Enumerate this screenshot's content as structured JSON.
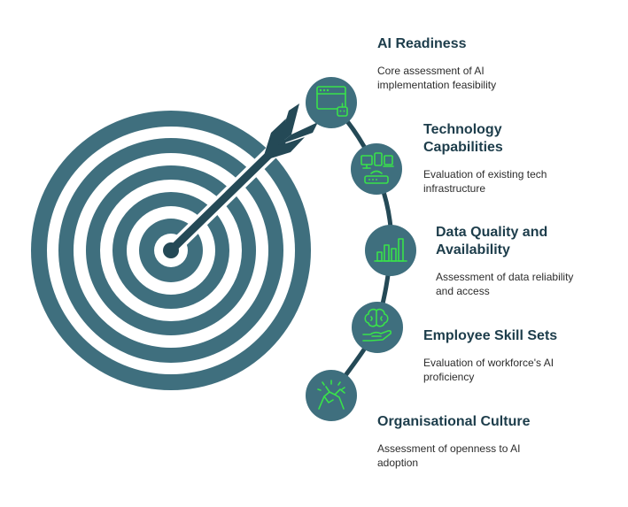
{
  "colors": {
    "primary": "#3f6f7e",
    "arrow": "#244956",
    "icon_accent": "#39e24a",
    "title": "#1d3d4b",
    "body_text": "#2c2c2c"
  },
  "items": [
    {
      "title": "AI Readiness",
      "description": "Core assessment of AI implementation feasibility",
      "icon": "browser-window-robot-icon"
    },
    {
      "title": "Technology Capabilities",
      "description": "Evaluation of existing tech infrastructure",
      "icon": "devices-router-icon"
    },
    {
      "title": "Data Quality and Availability",
      "description": "Assessment of data reliability and access",
      "icon": "bar-chart-icon"
    },
    {
      "title": "Employee Skill Sets",
      "description": "Evaluation of workforce's AI proficiency",
      "icon": "brain-hand-icon"
    },
    {
      "title": "Organisational Culture",
      "description": "Assessment of openness to AI adoption",
      "icon": "handshake-icon"
    }
  ]
}
